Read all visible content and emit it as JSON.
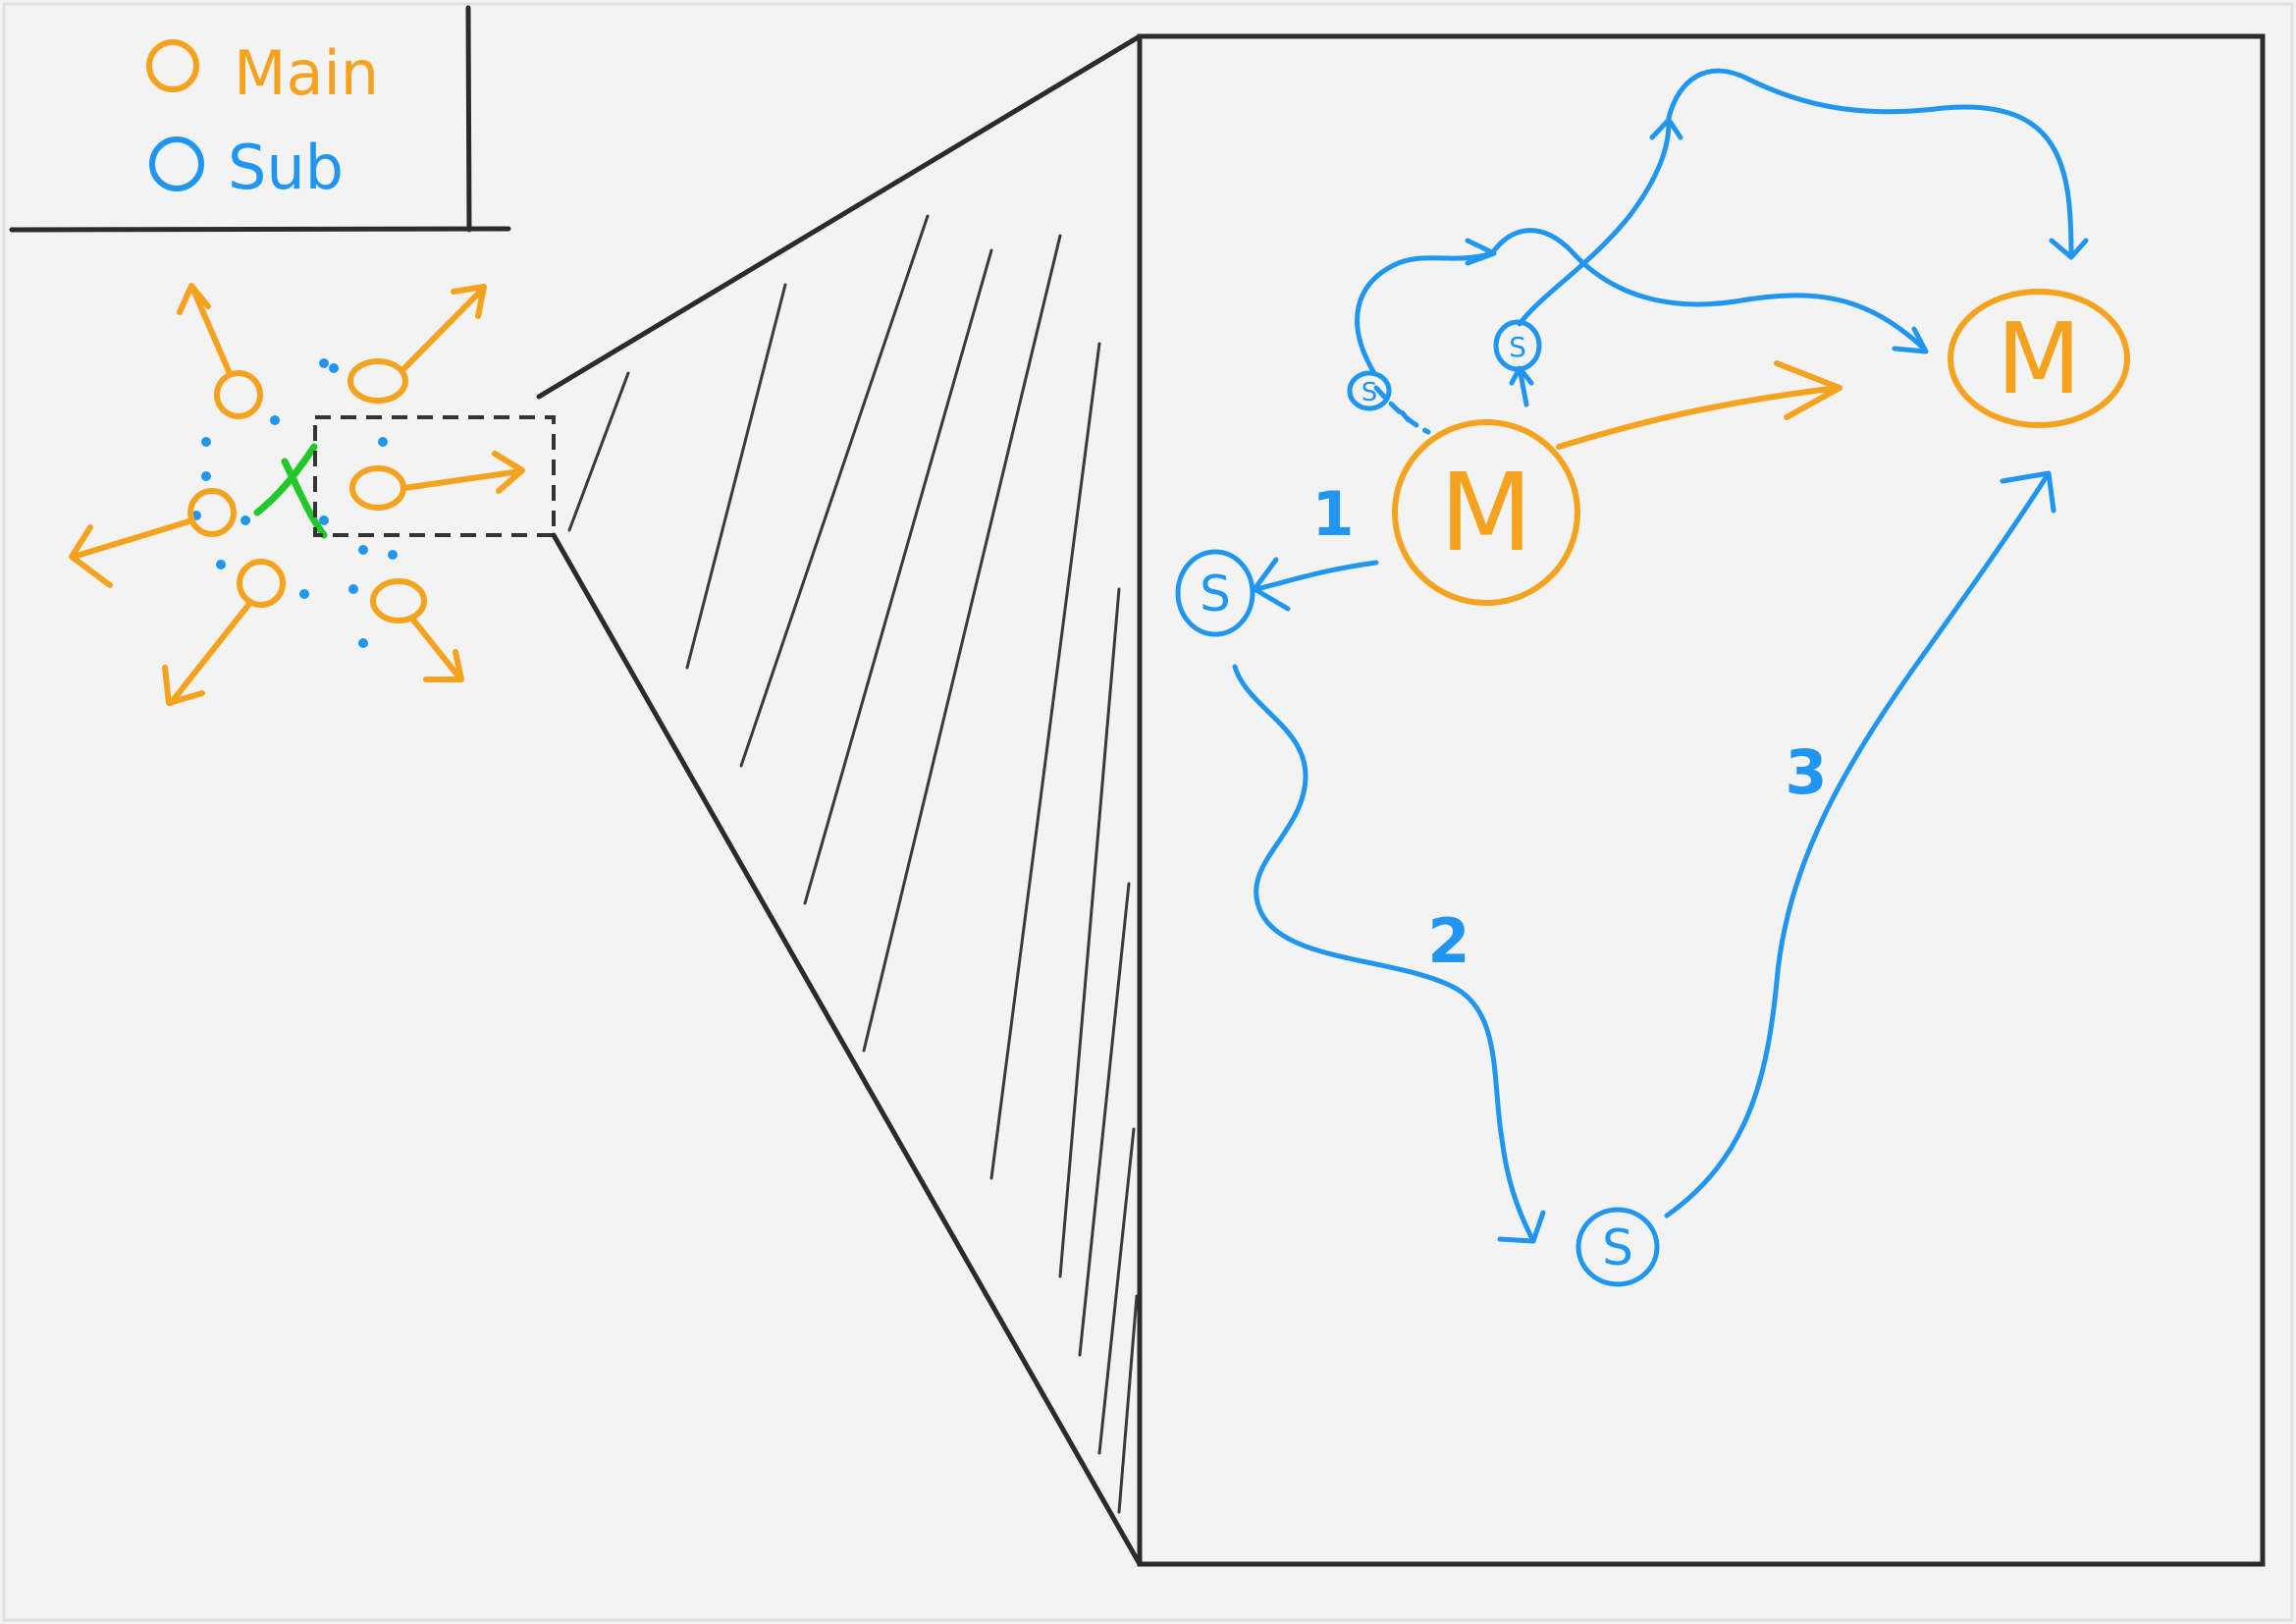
{
  "legend": {
    "main_label": "Main",
    "sub_label": "Sub"
  },
  "colors": {
    "main": "#f5a21e",
    "sub": "#2196f0",
    "origin_marker": "#22c72a",
    "line": "#2b2b2b",
    "background": "#f3f3f3"
  },
  "nodes": {
    "main": "M",
    "sub": "S"
  },
  "steps": [
    "1",
    "2",
    "3"
  ]
}
